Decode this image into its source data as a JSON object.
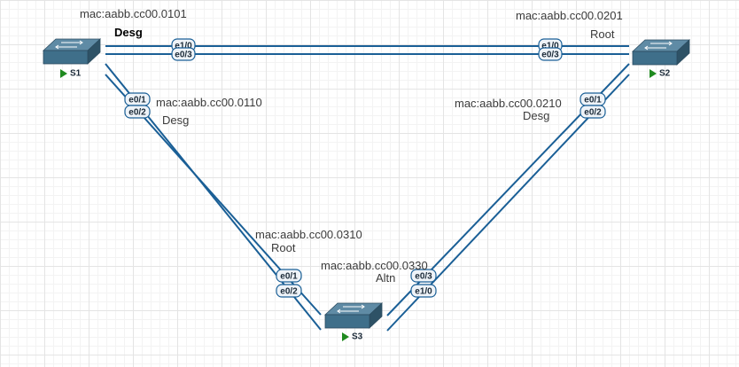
{
  "diagram": {
    "devices": [
      {
        "id": "s1",
        "name": "S1"
      },
      {
        "id": "s2",
        "name": "S2"
      },
      {
        "id": "s3",
        "name": "S3"
      }
    ],
    "ports": {
      "s1_top_a": "e1/0",
      "s1_top_b": "e0/3",
      "s2_top_a": "e1/0",
      "s2_top_b": "e0/3",
      "s1_down_a": "e0/1",
      "s1_down_b": "e0/2",
      "s2_down_a": "e0/1",
      "s2_down_b": "e0/2",
      "s3_left_a": "e0/1",
      "s3_left_b": "e0/2",
      "s3_right_a": "e0/3",
      "s3_right_b": "e1/0"
    },
    "labels": {
      "s1_mac": "mac:aabb.cc00.0101",
      "s1_role_top": "Desg",
      "s2_mac": "mac:aabb.cc00.0201",
      "s2_role_top": "Root",
      "s1_mac_down": "mac:aabb.cc00.0110",
      "s1_role_down": "Desg",
      "s2_mac_down": "mac:aabb.cc00.0210",
      "s2_role_down": "Desg",
      "s3_mac_left": "mac:aabb.cc00.0310",
      "s3_role_left": "Root",
      "s3_mac_right": "mac:aabb.cc00.0330",
      "s3_role_right": "Altn"
    },
    "colors": {
      "link": "#1a5f96",
      "switch_face": "#3f6f8a",
      "running_indicator": "#1f8a1f"
    },
    "icons": {
      "device": "switch-icon",
      "status": "running-triangle-icon"
    }
  }
}
